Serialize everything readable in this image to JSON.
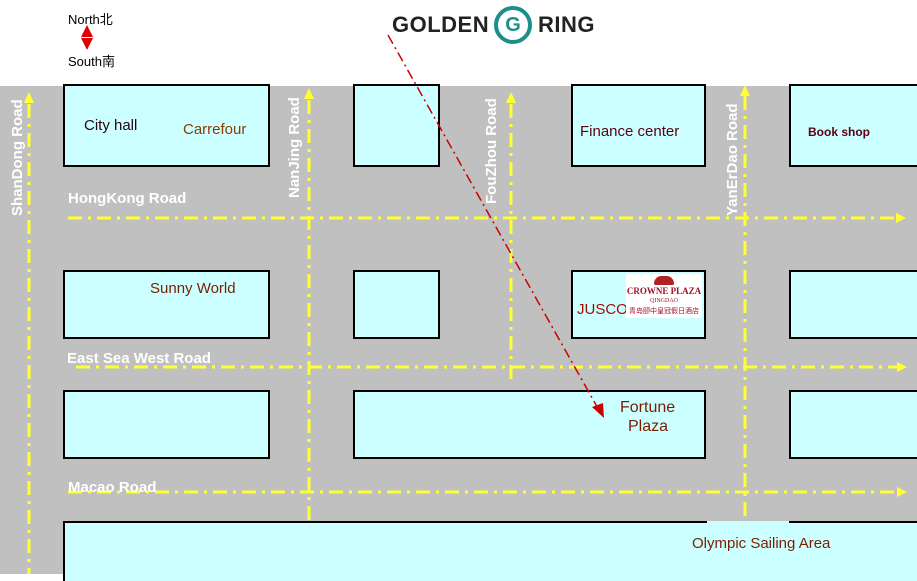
{
  "header": {
    "brand_left": "GOLDEN",
    "brand_letter": "G",
    "brand_right": "RING",
    "brand_color": "#1c8f8a"
  },
  "compass": {
    "north": "North北",
    "south": "South南",
    "icon": "north-south-arrow-icon",
    "arrow_color": "#e00000"
  },
  "roads": {
    "horizontal": [
      "HongKong Road",
      "East Sea West Road",
      "Macao Road"
    ],
    "vertical": [
      "ShanDong Road",
      "NanJing Road",
      "FouZhou Road",
      "YanErDao Road"
    ],
    "marker_color": "#ffff33"
  },
  "places": {
    "city_hall": "City hall",
    "carrefour": "Carrefour",
    "finance_center": "Finance center",
    "book_shop": "Book shop",
    "sunny_world": "Sunny World",
    "jusco": "JUSCO",
    "fortune_plaza_line1": "Fortune",
    "fortune_plaza_line2": "Plaza",
    "olympic": "Olympic Sailing Area"
  },
  "hotel_logo": {
    "name": "CROWNE PLAZA",
    "city": "QINGDAO",
    "cn": "青岛颐中皇冠假日酒店"
  },
  "colors": {
    "road": "#c0c0c0",
    "block": "#ccffff",
    "label": "#7a1e00",
    "route": "#cc0000"
  }
}
